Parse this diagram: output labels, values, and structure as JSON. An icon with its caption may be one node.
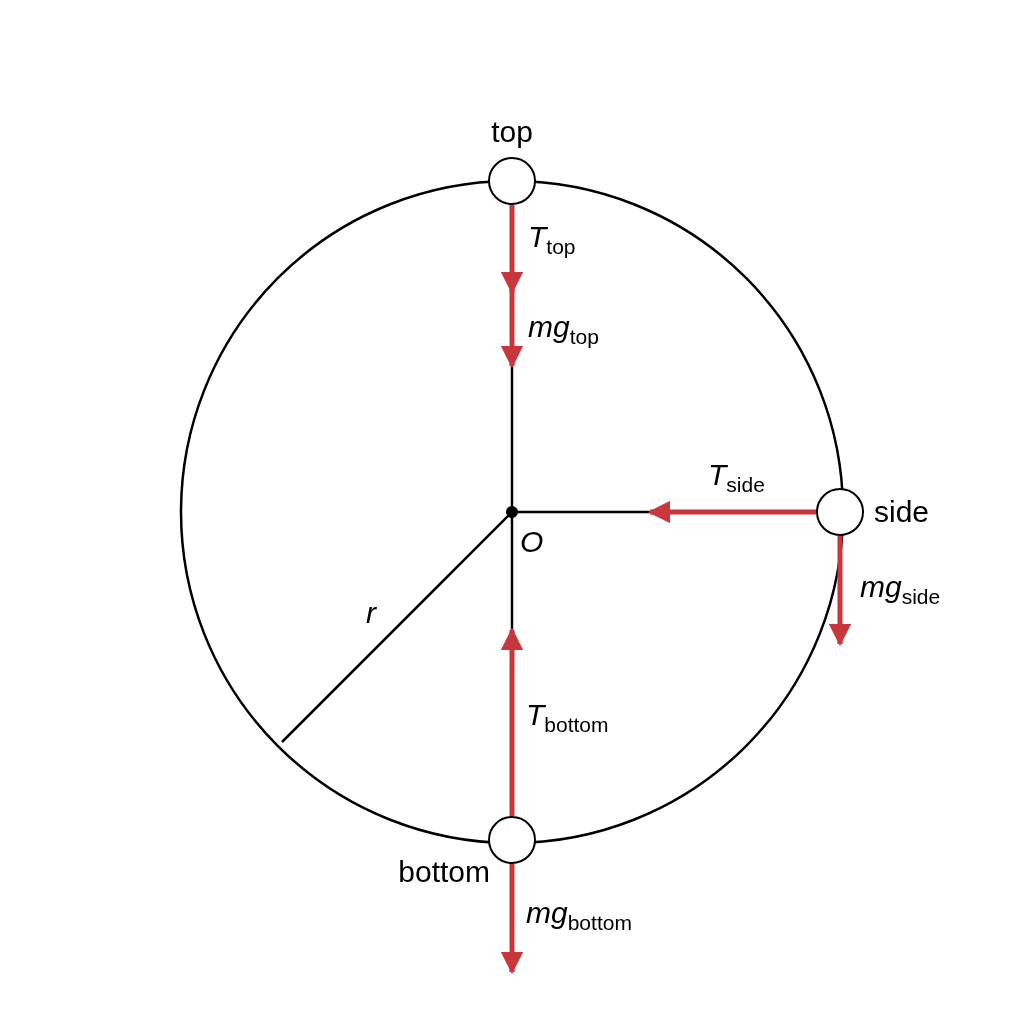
{
  "diagram": {
    "nodes": [
      {
        "text": [],
        "shape": "circle",
        "beside": [
          "top"
        ]
      },
      {
        "text": [],
        "shape": "circle",
        "beside": [
          "side"
        ]
      },
      {
        "text": [],
        "shape": "circle",
        "beside": [
          "bottom"
        ]
      }
    ],
    "labels": [
      "*T*$_{top}$",
      "*mg*$_{top}$",
      "*T*$_{side}$",
      "O",
      "*mg*$_{side}$",
      "r",
      "*T*$_{bottom}$",
      "*mg*$_{bottom}$"
    ]
  }
}
